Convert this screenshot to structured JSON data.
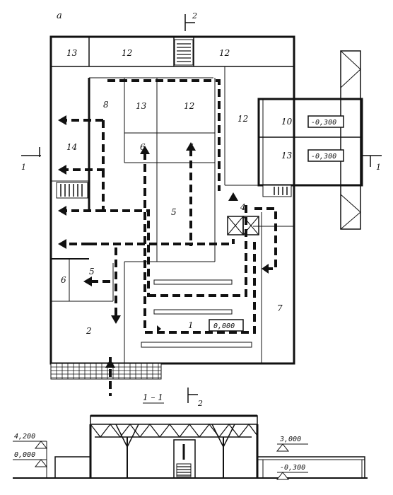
{
  "plan_label": "a",
  "section_title": "1 – 1",
  "section_markers": {
    "left": "1",
    "right": "1",
    "top": "2",
    "bottom": "2"
  },
  "rooms": {
    "r13_top": "13",
    "r12_top_mid": "12",
    "r12_top_right": "12",
    "r8": "8",
    "r13_mid": "13",
    "r12_center": "12",
    "r12_right": "12",
    "r14": "14",
    "r6_a": "6",
    "r6_b": "6",
    "r5_center": "5",
    "r4": "4",
    "r5_small": "5",
    "r6_small": "6",
    "r2": "2",
    "r1": "1",
    "r7": "7",
    "r10": "10",
    "r13_annex": "13"
  },
  "levels": {
    "annex_a": "-0,300",
    "annex_b": "-0,300",
    "hall": "0,000",
    "section_top": "4,200",
    "section_floor": "0,000",
    "section_right_top": "3,000",
    "section_right_floor": "-0,300"
  },
  "colors": {
    "ink": "#111111",
    "paper": "#ffffff"
  }
}
